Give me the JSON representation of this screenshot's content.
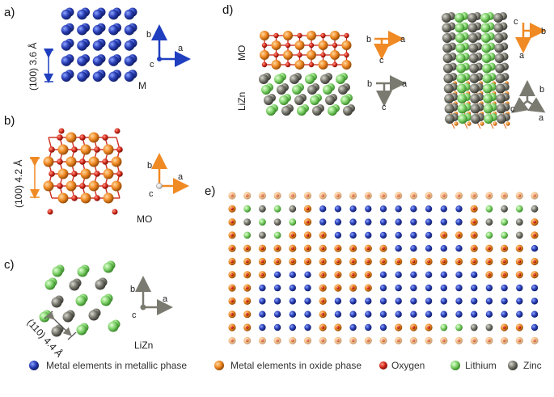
{
  "panels": {
    "a": {
      "label": "a)",
      "spacing": "(100) 3.6 Å",
      "phase": "M",
      "axes": {
        "up": "b",
        "right": "a",
        "origin": "c"
      },
      "color": "#1f3fbf"
    },
    "b": {
      "label": "b)",
      "spacing": "(100) 4.2 Å",
      "phase": "MO",
      "axes": {
        "up": "b",
        "right": "a",
        "origin": "c"
      },
      "color": "#f08a24"
    },
    "c": {
      "label": "c)",
      "spacing": "(110) 4.4 Å",
      "phase": "LiZn",
      "axes": {
        "up": "b",
        "right": "a",
        "origin": "c"
      },
      "color": "#7a7a70"
    },
    "d": {
      "label": "d)",
      "top_phase": "MO",
      "bottom_phase": "LiZn",
      "left_axes_top": {
        "left": "b",
        "right": "a",
        "down": "c"
      },
      "left_axes_bottom": {
        "left": "b",
        "right": "a",
        "down": "c"
      },
      "right_axes_top": {
        "up": "c",
        "right": "b",
        "down": "a"
      },
      "right_axes_bottom": {
        "up": "b",
        "left": "c",
        "right": "a"
      }
    },
    "e": {
      "label": "e)"
    }
  },
  "legend": [
    {
      "label": "Metal elements in metallic phase",
      "color": "#2a40b8",
      "icon": "blue-sphere-icon"
    },
    {
      "label": "Metal elements in oxide phase",
      "color": "#f08a24",
      "icon": "orange-sphere-icon"
    },
    {
      "label": "Oxygen",
      "color": "#d62a1a",
      "icon": "red-sphere-icon"
    },
    {
      "label": "Lithium",
      "color": "#7fd26a",
      "icon": "green-sphere-icon"
    },
    {
      "label": "Zinc",
      "color": "#7a7a70",
      "icon": "gray-sphere-icon"
    }
  ]
}
